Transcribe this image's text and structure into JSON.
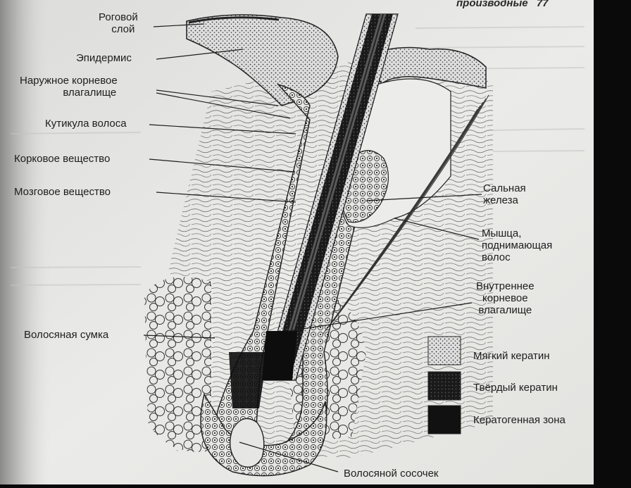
{
  "header": {
    "text": "производные",
    "page_number": "77"
  },
  "labels": {
    "horny_layer": [
      "Роговой",
      "слой"
    ],
    "epidermis": "Эпидермис",
    "outer_root_sheath": [
      "Наружное корневое",
      "влагалище"
    ],
    "hair_cuticle": "Кутикула волоса",
    "cortex": "Корковое вещество",
    "medulla": "Мозговое вещество",
    "sebaceous_gland": [
      "Сальная",
      "железа"
    ],
    "arrector_muscle": [
      "Мышца,",
      "поднимающая",
      "волос"
    ],
    "inner_root_sheath": [
      "Внутреннее",
      "корневое",
      "влагалище"
    ],
    "hair_follicle": "Волосяная сумка",
    "hair_papilla": "Волосяной сосочек"
  },
  "legend": [
    {
      "label": "Мягкий кератин",
      "pattern": "stipple"
    },
    {
      "label": "Твёрдый кератин",
      "pattern": "dark-dotted"
    },
    {
      "label": "Кератогенная зона",
      "pattern": "solid-black"
    }
  ],
  "colors": {
    "paper": "#e9e9e7",
    "ink": "#1d1d1d",
    "frame": "#0a0a0a"
  }
}
